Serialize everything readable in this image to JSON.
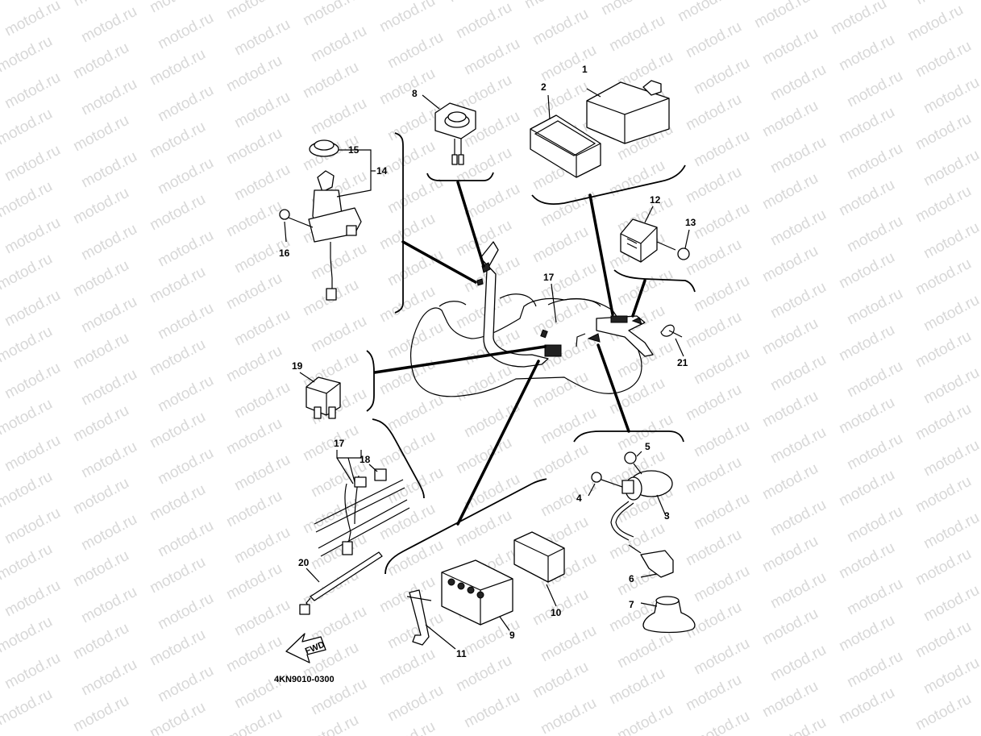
{
  "watermark": {
    "text": "motod.ru"
  },
  "diagram": {
    "part_code": "4KN9010-0300",
    "fwd_label": "FWD",
    "callouts": [
      {
        "id": "1",
        "text": "1"
      },
      {
        "id": "2",
        "text": "2"
      },
      {
        "id": "3",
        "text": "3"
      },
      {
        "id": "4",
        "text": "4"
      },
      {
        "id": "5",
        "text": "5"
      },
      {
        "id": "6",
        "text": "6"
      },
      {
        "id": "7",
        "text": "7"
      },
      {
        "id": "8",
        "text": "8"
      },
      {
        "id": "9",
        "text": "9"
      },
      {
        "id": "10",
        "text": "10"
      },
      {
        "id": "11",
        "text": "11"
      },
      {
        "id": "12",
        "text": "12"
      },
      {
        "id": "13",
        "text": "13"
      },
      {
        "id": "14",
        "text": "14"
      },
      {
        "id": "15",
        "text": "15"
      },
      {
        "id": "16",
        "text": "16"
      },
      {
        "id": "17a",
        "text": "17"
      },
      {
        "id": "17b",
        "text": "17"
      },
      {
        "id": "18",
        "text": "18"
      },
      {
        "id": "19",
        "text": "19"
      },
      {
        "id": "20",
        "text": "20"
      },
      {
        "id": "21",
        "text": "21"
      }
    ]
  }
}
